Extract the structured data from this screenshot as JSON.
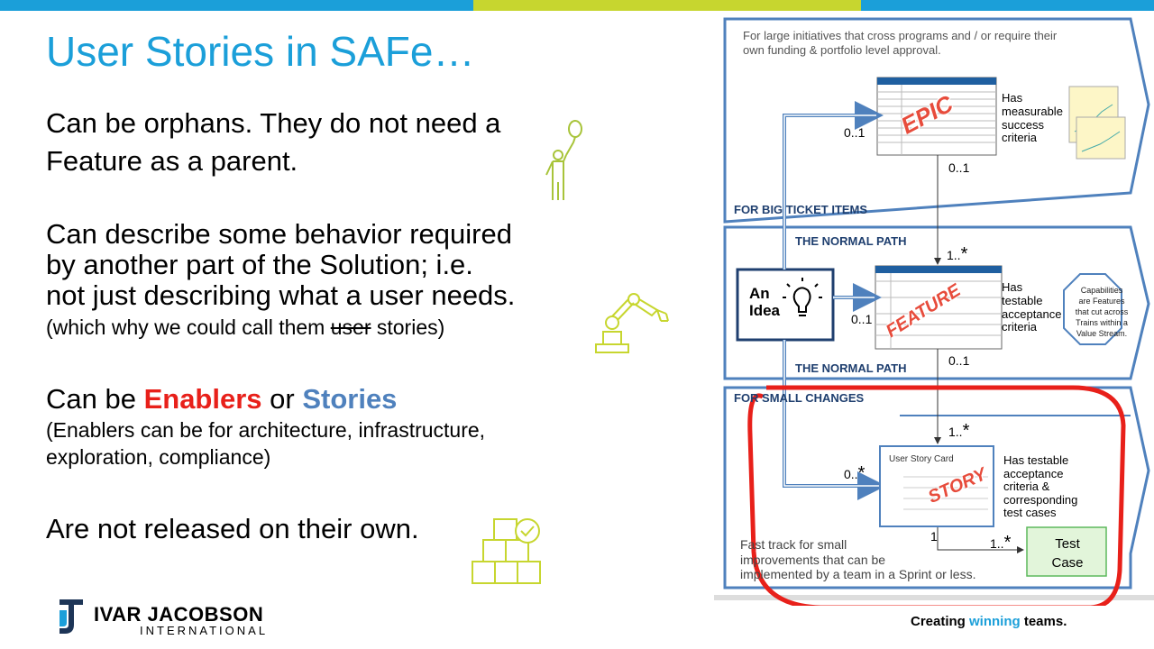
{
  "slide": {
    "title": "User Stories in SAFe…",
    "points": {
      "p1_line1": "Can be orphans. They do not need a",
      "p1_line2": "Feature as a parent.",
      "p2_line1": "Can describe some behavior required",
      "p2_line2": "by another part of the Solution; i.e.",
      "p2_line3": "not just describing what a user needs.",
      "p2_note_pre": "(which why we could call them ",
      "p2_note_strike": "user",
      "p2_note_post": " stories)",
      "p3_pre": "Can be ",
      "p3_enablers": "Enablers",
      "p3_mid": " or ",
      "p3_stories": "Stories",
      "p3_note1": "(Enablers can be for architecture, infrastructure,",
      "p3_note2": "exploration, compliance)",
      "p4": "Are not released on their own."
    },
    "logo": {
      "name": "IVAR JACOBSON",
      "sub": "INTERNATIONAL"
    },
    "tagline": {
      "pre": "Creating ",
      "highlight": "winning",
      "post": " teams."
    }
  },
  "diagram": {
    "epic_desc_1": "For large initiatives that cross programs and / or require their",
    "epic_desc_2": "own funding & portfolio level approval.",
    "epic_section": "FOR BIG TICKET ITEMS",
    "epic_label": "EPIC",
    "epic_note_1": "Has",
    "epic_note_2": "measurable",
    "epic_note_3": "success",
    "epic_note_4": "criteria",
    "normal_path_top": "THE NORMAL PATH",
    "normal_path_bottom": "THE NORMAL PATH",
    "feature_label": "FEATURE",
    "feature_note_1": "Has",
    "feature_note_2": "testable",
    "feature_note_3": "acceptance",
    "feature_note_4": "criteria",
    "capabilities_1": "Capabilities",
    "capabilities_2": "are Features",
    "capabilities_3": "that cut across",
    "capabilities_4": "Trains within a",
    "capabilities_5": "Value Stream.",
    "idea_1": "An",
    "idea_2": "Idea",
    "small_section": "FOR SMALL CHANGES",
    "story_label": "STORY",
    "story_card_title": "User Story Card",
    "story_note_1": "Has testable",
    "story_note_2": "acceptance",
    "story_note_3": "criteria &",
    "story_note_4": "corresponding",
    "story_note_5": "test cases",
    "fast_1": "Fast track for small",
    "fast_2": "improvements that can be",
    "fast_3": "implemented by a team in a Sprint or less.",
    "test_case_1": "Test",
    "test_case_2": "Case",
    "mult_epic_left": "0..1",
    "mult_epic_bottom": "0..1",
    "mult_feature_top": "1..",
    "mult_feature_left": "0..1",
    "mult_feature_bottom": "0..1",
    "mult_story_top": "1..",
    "mult_story_left": "0..",
    "mult_story_bottom": "1",
    "mult_test": "1..",
    "star": "*"
  }
}
